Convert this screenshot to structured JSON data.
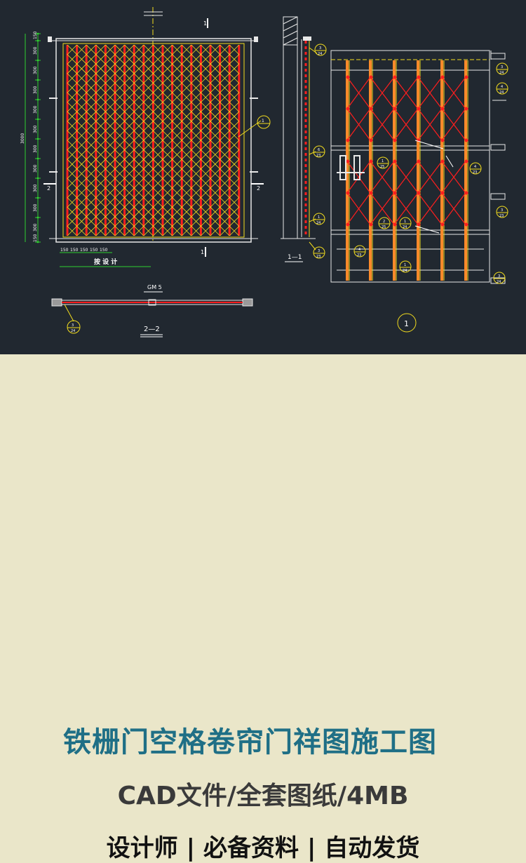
{
  "banner": {
    "title": "铁栅门空格卷帘门祥图施工图",
    "subtitle": "CAD文件/全套图纸/4MB",
    "tags": [
      "设计师",
      "必备资料",
      "自动发货"
    ],
    "separator": "|",
    "title_color": "#1f6f86"
  },
  "drawing": {
    "background": "#212830",
    "elevation": {
      "marker_top": "1",
      "marker_bottom": "1",
      "section_left": "2",
      "section_right": "2",
      "overall_dim": "3000",
      "seg_dims": [
        "300",
        "300",
        "300",
        "300",
        "300",
        "300",
        "300",
        "300",
        "300",
        "300"
      ],
      "end_dim_top": "150",
      "end_dim_bottom": "150",
      "bottom_dims": [
        "150",
        "150",
        "150",
        "150",
        "150"
      ],
      "note": "按 设 计",
      "callout": "1"
    },
    "section_1_1": {
      "label": "1—1",
      "callouts": [
        {
          "top": "3",
          "bottom": "24"
        },
        {
          "top": "6",
          "bottom": "23"
        },
        {
          "top": "1",
          "bottom": "24"
        },
        {
          "top": "3",
          "bottom": "23"
        }
      ]
    },
    "plan": {
      "label_code": "GM 5",
      "label": "2—2",
      "callout": {
        "top": "3",
        "bottom": "24"
      }
    },
    "detail": {
      "callout_main": "1",
      "callouts": [
        {
          "top": "3",
          "bottom": "24"
        },
        {
          "top": "4",
          "bottom": "24"
        },
        {
          "top": "3",
          "bottom": "23"
        },
        {
          "top": "4",
          "bottom": "23"
        },
        {
          "top": "3",
          "bottom": "24"
        },
        {
          "top": "2",
          "bottom": "25"
        },
        {
          "top": "1",
          "bottom": "24"
        },
        {
          "top": "1",
          "bottom": "25"
        },
        {
          "top": "4",
          "bottom": "23"
        },
        {
          "top": "1",
          "bottom": "24"
        }
      ]
    },
    "colors": {
      "frame": "#e8e8e8",
      "bar": "#ff1e1e",
      "lattice": "#f2dc1e",
      "dim": "#2fd12f",
      "inner": "#ff8a2a"
    }
  }
}
